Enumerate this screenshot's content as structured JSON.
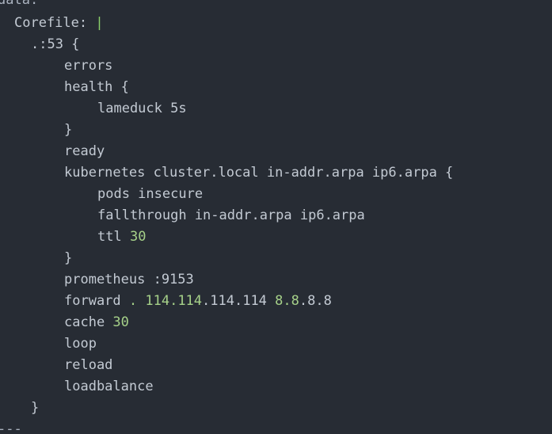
{
  "editor": {
    "lines": [
      {
        "indent": 0,
        "parts": [
          {
            "t": "data:",
            "c": "muted"
          }
        ]
      },
      {
        "indent": 1,
        "parts": [
          {
            "t": "Corefile: ",
            "c": ""
          },
          {
            "t": "|",
            "c": "pipe"
          }
        ]
      },
      {
        "indent": 2,
        "parts": [
          {
            "t": ".:53 {",
            "c": ""
          }
        ]
      },
      {
        "indent": 4,
        "parts": [
          {
            "t": "errors",
            "c": ""
          }
        ]
      },
      {
        "indent": 4,
        "parts": [
          {
            "t": "health {",
            "c": ""
          }
        ]
      },
      {
        "indent": 6,
        "parts": [
          {
            "t": "lameduck 5s",
            "c": ""
          }
        ]
      },
      {
        "indent": 4,
        "parts": [
          {
            "t": "}",
            "c": ""
          }
        ]
      },
      {
        "indent": 4,
        "parts": [
          {
            "t": "ready",
            "c": ""
          }
        ]
      },
      {
        "indent": 4,
        "parts": [
          {
            "t": "kubernetes cluster.local in-addr.arpa ip6.arpa {",
            "c": ""
          }
        ]
      },
      {
        "indent": 6,
        "parts": [
          {
            "t": "pods insecure",
            "c": ""
          }
        ]
      },
      {
        "indent": 6,
        "parts": [
          {
            "t": "fallthrough in-addr.arpa ip6.arpa",
            "c": ""
          }
        ]
      },
      {
        "indent": 6,
        "parts": [
          {
            "t": "ttl ",
            "c": ""
          },
          {
            "t": "30",
            "c": "num"
          }
        ]
      },
      {
        "indent": 4,
        "parts": [
          {
            "t": "}",
            "c": ""
          }
        ]
      },
      {
        "indent": 4,
        "parts": [
          {
            "t": "prometheus :9153",
            "c": ""
          }
        ]
      },
      {
        "indent": 4,
        "parts": [
          {
            "t": "forward ",
            "c": ""
          },
          {
            "t": ". ",
            "c": "num"
          },
          {
            "t": "114.114",
            "c": "num"
          },
          {
            "t": ".114.114 ",
            "c": ""
          },
          {
            "t": "8.8",
            "c": "num"
          },
          {
            "t": ".8.8",
            "c": ""
          }
        ]
      },
      {
        "indent": 4,
        "parts": [
          {
            "t": "cache ",
            "c": ""
          },
          {
            "t": "30",
            "c": "num"
          }
        ]
      },
      {
        "indent": 4,
        "parts": [
          {
            "t": "loop",
            "c": ""
          }
        ]
      },
      {
        "indent": 4,
        "parts": [
          {
            "t": "reload",
            "c": ""
          }
        ]
      },
      {
        "indent": 4,
        "parts": [
          {
            "t": "loadbalance",
            "c": ""
          }
        ]
      },
      {
        "indent": 2,
        "parts": [
          {
            "t": "}",
            "c": ""
          }
        ]
      },
      {
        "indent": 0,
        "parts": [
          {
            "t": "---",
            "c": "muted"
          }
        ]
      }
    ]
  }
}
